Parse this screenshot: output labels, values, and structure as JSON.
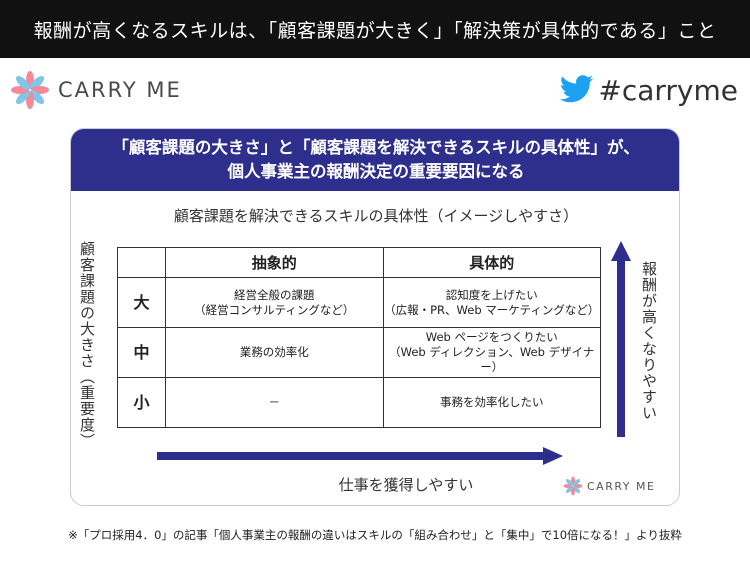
{
  "banner": {
    "title": "報酬が高くなるスキルは、「顧客課題が大きく」「解決策が具体的である」こと"
  },
  "brand": {
    "name": "CARRY ME"
  },
  "hashtag": {
    "text": "#carryme"
  },
  "card": {
    "header_line1": "「顧客課題の大きさ」と「顧客課題を解決できるスキルの具体性」が、",
    "header_line2": "個人事業主の報酬決定の重要要因になる",
    "x_title": "顧客課題を解決できるスキルの具体性（イメージしやすさ）",
    "y_title": "顧客課題の大きさ（重要度）",
    "y2_title": "報酬が高くなりやすい",
    "bottom_label": "仕事を獲得しやすい",
    "brand_name": "CARRY ME",
    "columns": [
      "抽象的",
      "具体的"
    ],
    "rows": [
      {
        "label": "大",
        "abstract_line1": "経営全般の課題",
        "abstract_line2": "（経営コンサルティングなど）",
        "concrete_line1": "認知度を上げたい",
        "concrete_line2": "（広報・PR、Web マーケティングなど）"
      },
      {
        "label": "中",
        "abstract_line1": "業務の効率化",
        "abstract_line2": "",
        "concrete_line1": "Web ページをつくりたい",
        "concrete_line2": "（Web ディレクション、Web デザイナー）"
      },
      {
        "label": "小",
        "abstract_line1": "－",
        "abstract_line2": "",
        "concrete_line1": "事務を効率化したい",
        "concrete_line2": ""
      }
    ]
  },
  "footnote": "※「プロ採用4．0」の記事「個人事業主の報酬の違いはスキルの「組み合わせ」と「集中」で10倍になる！」より抜粋",
  "colors": {
    "banner_bg": "#111111",
    "header_bg": "#2e2f8c",
    "arrow": "#2e2f8c",
    "twitter": "#1da1f2"
  },
  "icons": {
    "brand_logo": "carryme-flower-logo",
    "twitter": "twitter-bird-icon"
  }
}
